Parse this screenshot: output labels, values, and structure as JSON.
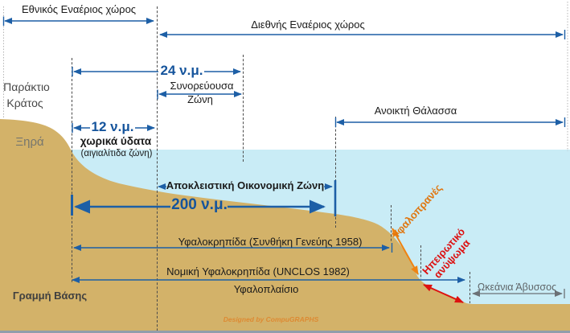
{
  "title": "Maritime zones diagram (Greek)",
  "colors": {
    "arrow_blue": "#1d5fa6",
    "measurement_blue": "#15549c",
    "land_tan": "#d3b269",
    "water_blue": "#c9ecf6",
    "slope_orange": "#e0760f",
    "rise_red": "#dd1111",
    "abyss_gray": "#6b7176",
    "label_black": "#1a1a1a",
    "label_gray": "#474747",
    "bottom_bar": "#919dab"
  },
  "labels": {
    "national_airspace": "Εθνικός Εναέριος χώρος",
    "international_airspace": "Διεθνής Εναέριος χώρος",
    "coastal_state_line1": "Παράκτιο",
    "coastal_state_line2": "Κράτος",
    "land": "Ξηρά",
    "nm24": "24 ν.μ.",
    "contiguous_zone_line1": "Συνορεύουσα",
    "contiguous_zone_line2": "Ζώνη",
    "nm12": "12 ν.μ.",
    "territorial_waters": "χωρικά ύδατα",
    "territorial_waters_alt": "(αιγιαλίτιδα ζώνη)",
    "open_sea": "Ανοικτή Θάλασσα",
    "eez": "Αποκλειστική Οικονομική Ζώνη",
    "nm200": "200 ν.μ.",
    "shelf_geneva": "Υφαλοκρηπίδα (Συνθήκη Γενεύης 1958)",
    "shelf_unclos": "Νομική Υφαλοκρηπίδα (UNCLOS 1982)",
    "continental_margin": "Υφαλοπλαίσιο",
    "baseline": "Γραμμή Βάσης",
    "continental_slope": "Υφαλοπρανές",
    "continental_rise_line1": "Ηπειρωτικό",
    "continental_rise_line2": "ανύψωμα",
    "ocean_abyss": "Ωκεάνια Άβυσσος",
    "credit": "Designed by CompuGRAPHS"
  }
}
